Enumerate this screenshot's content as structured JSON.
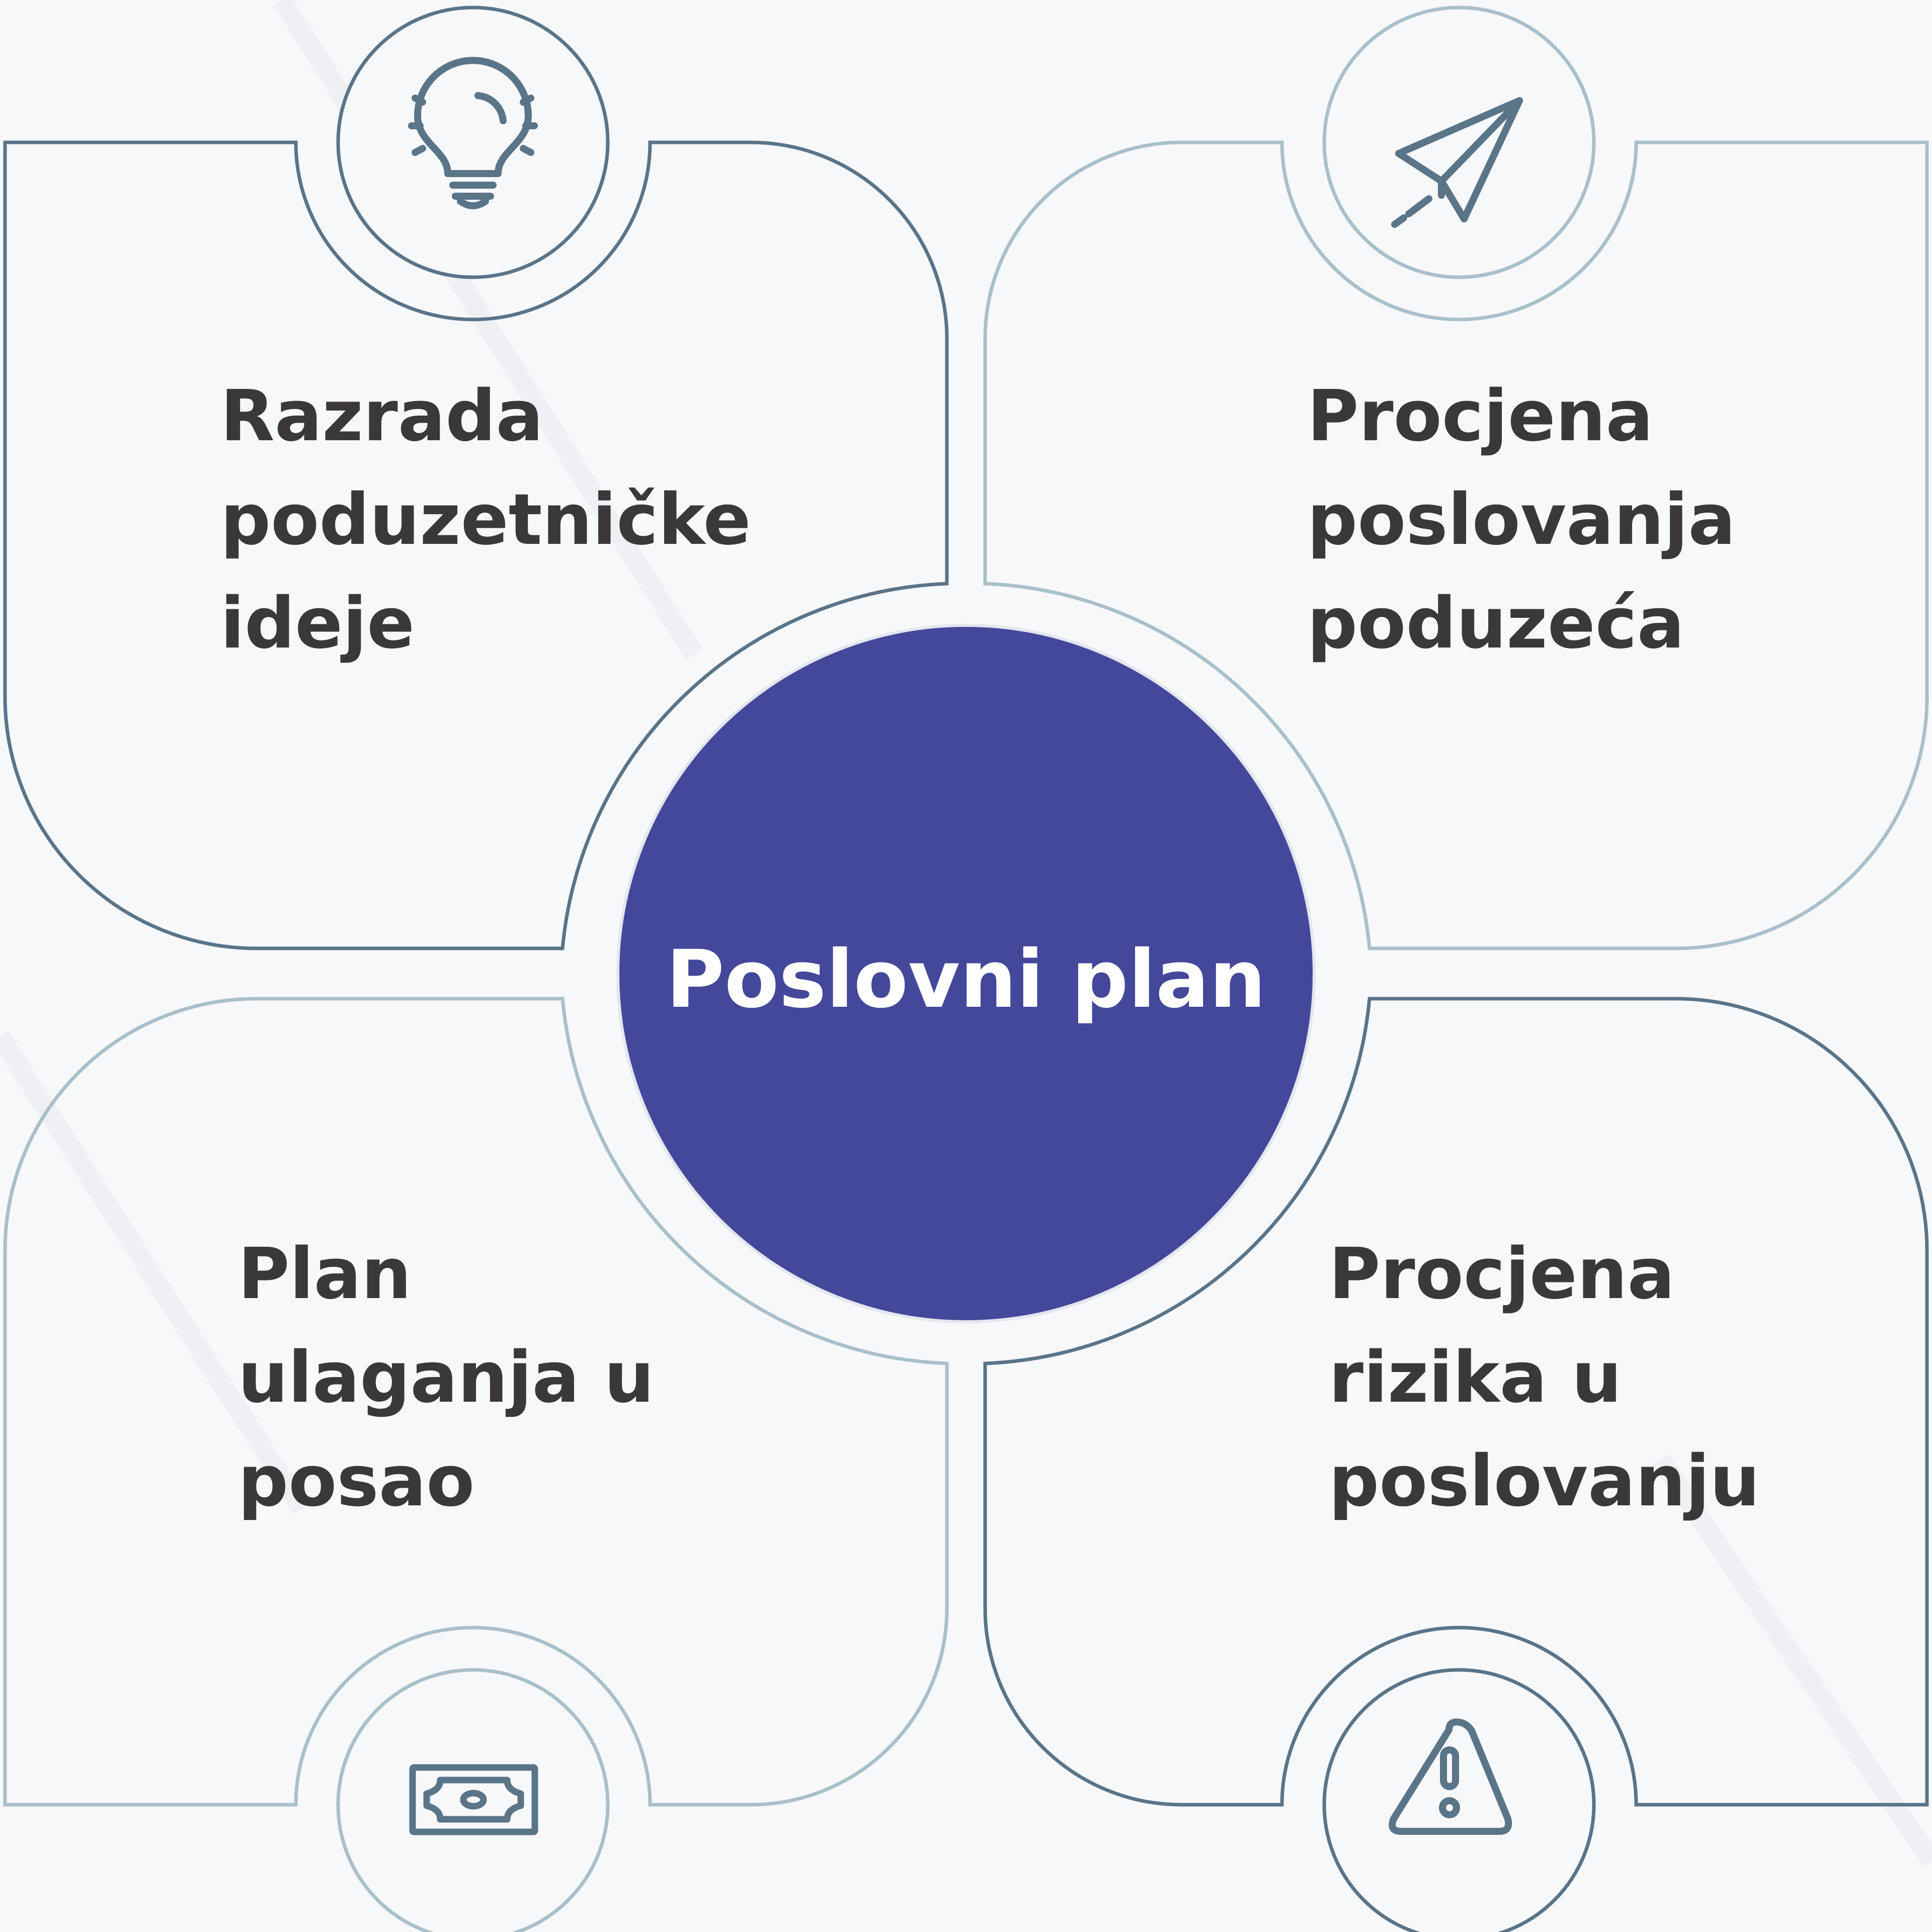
{
  "diagram": {
    "center": {
      "title": "Poslovni plan"
    },
    "quadrants": [
      {
        "id": "top-left",
        "icon": "lightbulb-icon",
        "lines": [
          "Razrada",
          "poduzetničke",
          "ideje"
        ]
      },
      {
        "id": "top-right",
        "icon": "paper-plane-icon",
        "lines": [
          "Procjena",
          "poslovanja",
          "poduzeća"
        ]
      },
      {
        "id": "bottom-left",
        "icon": "banknote-icon",
        "lines": [
          "Plan",
          "ulaganja u",
          "posao"
        ]
      },
      {
        "id": "bottom-right",
        "icon": "warning-icon",
        "lines": [
          "Procjena",
          "rizika u",
          "poslovanju"
        ]
      }
    ]
  },
  "colors": {
    "center_fill": "#43489a",
    "outline_dark": "#5a7488",
    "outline_light": "#a9bfca",
    "text": "#3a3839",
    "background": "#f7f8fa"
  }
}
